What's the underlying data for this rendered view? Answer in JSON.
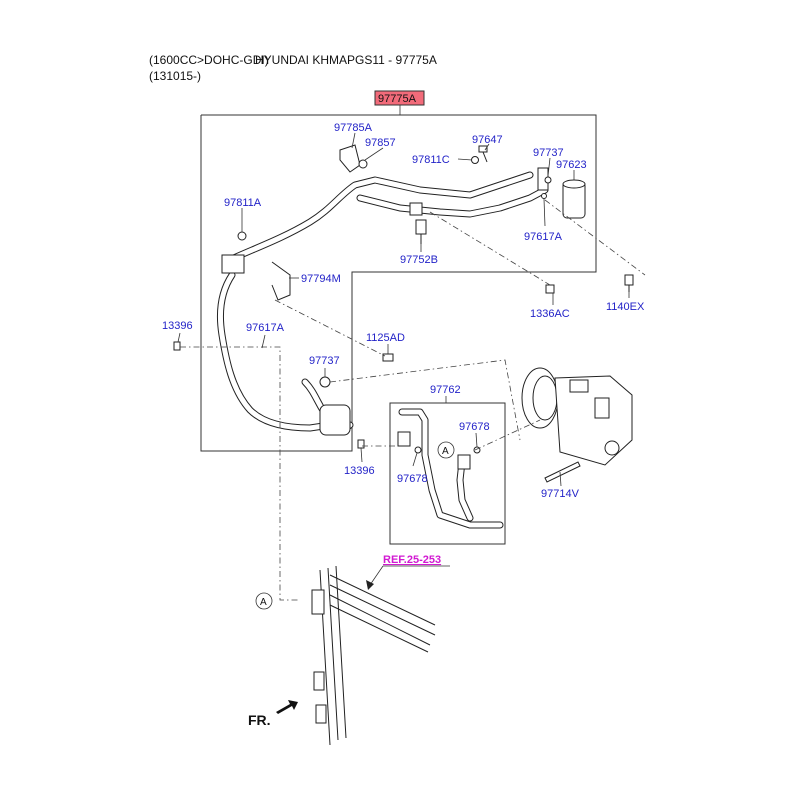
{
  "header": {
    "line1_left": "(1600CC>DOHC-GDI)",
    "line1_right": "HYUNDAI KHMAPGS11 - 97775A",
    "line2": "(131015-)"
  },
  "diagram": {
    "assembly_label": "97775A",
    "highlight_color": "#f26b7a",
    "label_color": "#2323c8",
    "ref_color": "#d21ad2",
    "labels": {
      "p97785A": "97785A",
      "p97857": "97857",
      "p97647": "97647",
      "p97811C": "97811C",
      "p97737_top": "97737",
      "p97623": "97623",
      "p97811A": "97811A",
      "p97617A_top": "97617A",
      "p97752B": "97752B",
      "p97794M": "97794M",
      "p1336AC": "1336AC",
      "p1140EX": "1140EX",
      "p13396_left": "13396",
      "p97617A_left": "97617A",
      "p1125AD": "1125AD",
      "p97737_mid": "97737",
      "p97762": "97762",
      "p97678_right": "97678",
      "p97678_left": "97678",
      "p13396_bottom": "13396",
      "p97714V": "97714V",
      "ref": "REF.25-253",
      "callout_a1": "A",
      "callout_a2": "A",
      "front": "FR."
    }
  }
}
